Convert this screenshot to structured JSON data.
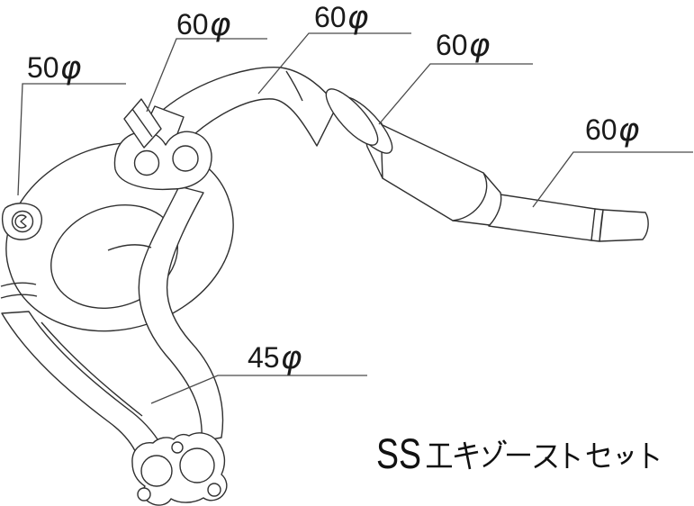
{
  "title": {
    "full": "SS エキゾーストセット",
    "latin": "SS",
    "kana": "エキゾーストセット"
  },
  "callouts": [
    {
      "id": "diameter-50",
      "value": "50",
      "unit": "φ",
      "label": "50φ"
    },
    {
      "id": "diameter-60-a",
      "value": "60",
      "unit": "φ",
      "label": "60φ"
    },
    {
      "id": "diameter-60-b",
      "value": "60",
      "unit": "φ",
      "label": "60φ"
    },
    {
      "id": "diameter-60-c",
      "value": "60",
      "unit": "φ",
      "label": "60φ"
    },
    {
      "id": "diameter-60-d",
      "value": "60",
      "unit": "φ",
      "label": "60φ"
    },
    {
      "id": "diameter-45",
      "value": "45",
      "unit": "φ",
      "label": "45φ"
    }
  ],
  "colors": {
    "background": "#ffffff",
    "line": "#303030",
    "leader_line": "#4a4a4a",
    "text": "#1a1a1a"
  }
}
